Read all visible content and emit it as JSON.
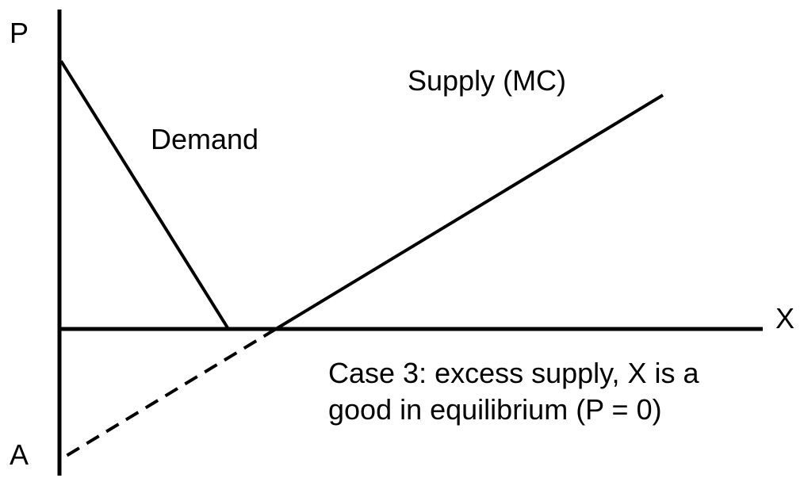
{
  "diagram": {
    "axis_labels": {
      "y": "P",
      "x": "X",
      "intercept": "A"
    },
    "curve_labels": {
      "demand": "Demand",
      "supply": "Supply (MC)"
    },
    "caption": {
      "line1": "Case 3:  excess supply, X is a",
      "line2": "good in equilibrium  (P = 0)"
    },
    "colors": {
      "ink": "#000000",
      "background": "#ffffff"
    }
  }
}
